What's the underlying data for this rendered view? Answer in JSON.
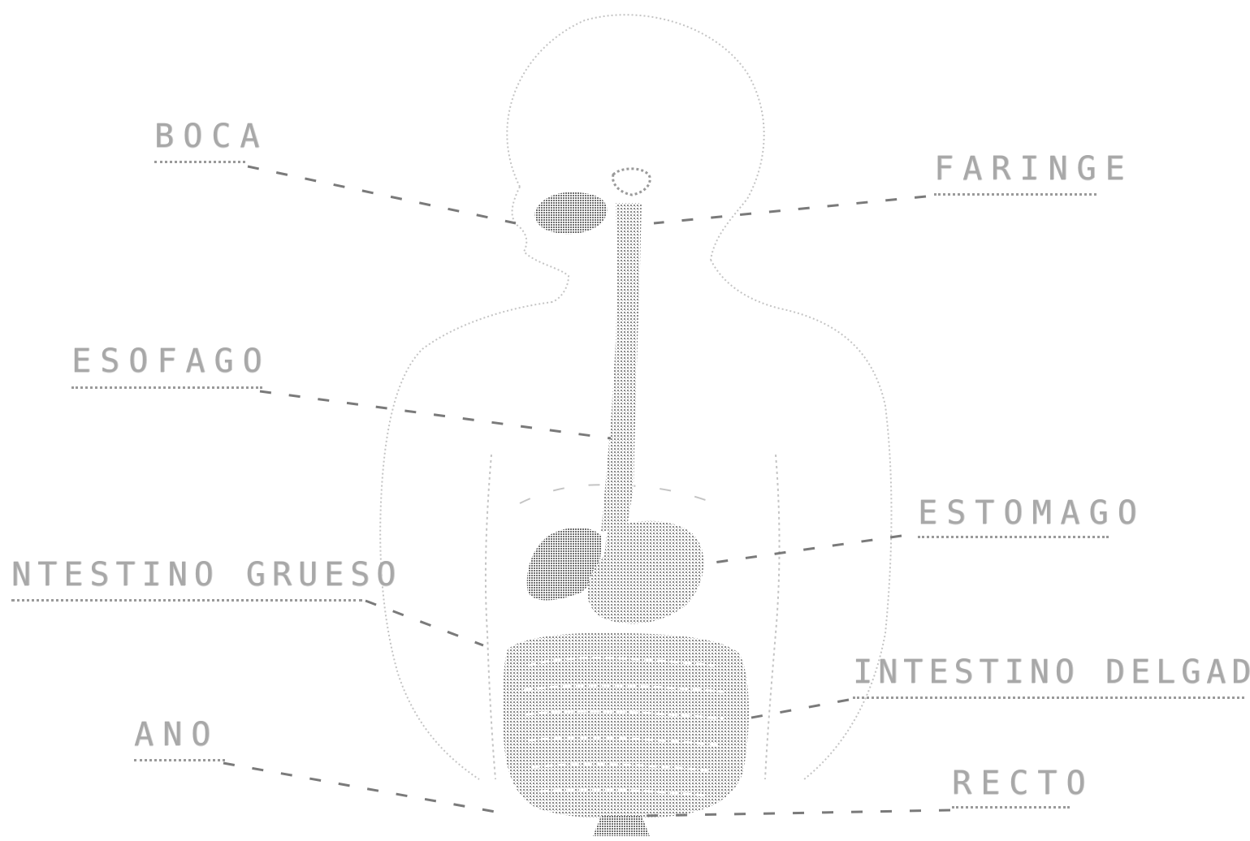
{
  "labels": {
    "boca": "BOCA",
    "faringe": "FARINGE",
    "esofago": "ESOFAGO",
    "estomago": "ESTOMAGO",
    "intestino_grueso": "NTESTINO GRUESO",
    "intestino_delgado": "INTESTINO DELGADO",
    "ano": "ANO",
    "recto": "RECTO"
  },
  "colors": {
    "outline": "#bdbdbd",
    "organ_fill": "#8c8c8c",
    "leader": "#7a7a7a",
    "label": "#a8a8a8"
  }
}
